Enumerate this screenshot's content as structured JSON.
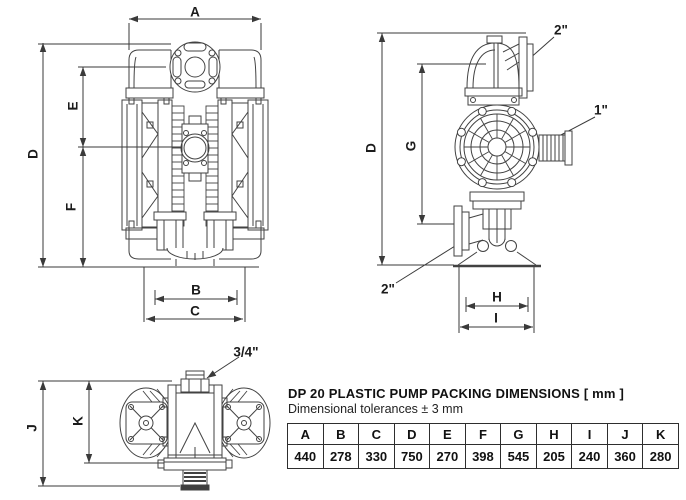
{
  "drawing": {
    "labels": {
      "A": "A",
      "B": "B",
      "C": "C",
      "D": "D",
      "E": "E",
      "F": "F",
      "G": "G",
      "H": "H",
      "I": "I",
      "J": "J",
      "K": "K"
    },
    "ports": {
      "top_discharge": "2\"",
      "side_inlet": "1\"",
      "bottom_suction": "2\"",
      "air_inlet": "3/4\""
    }
  },
  "table": {
    "title": "DP 20 PLASTIC PUMP PACKING DIMENSIONS [ mm ]",
    "subtitle": "Dimensional tolerances ± 3 mm",
    "headers": [
      "A",
      "B",
      "C",
      "D",
      "E",
      "F",
      "G",
      "H",
      "I",
      "J",
      "K"
    ],
    "values": [
      "440",
      "278",
      "330",
      "750",
      "270",
      "398",
      "545",
      "205",
      "240",
      "360",
      "280"
    ]
  },
  "colors": {
    "line": "#3f3f3f",
    "text": "#1b1b1b",
    "background": "#ffffff"
  }
}
